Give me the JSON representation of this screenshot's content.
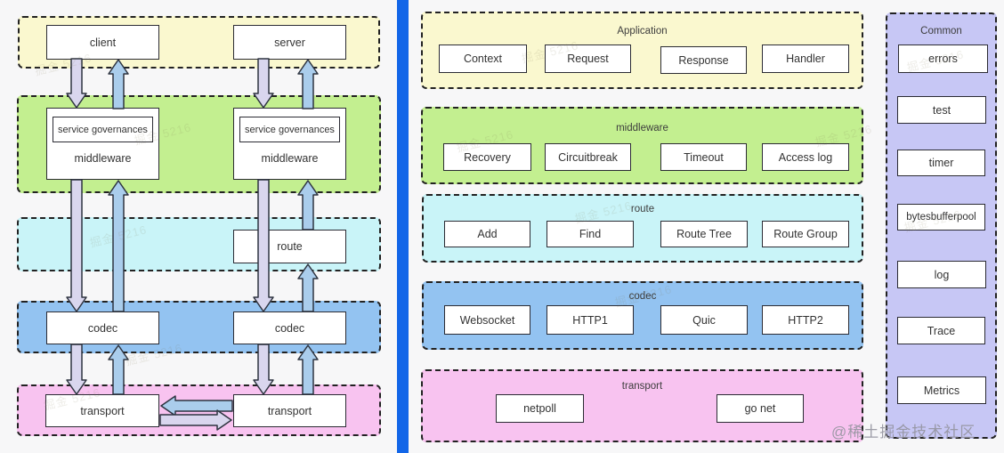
{
  "left_panel": {
    "client": "client",
    "server": "server",
    "middleware_client": {
      "inner": "service governances",
      "label": "middleware"
    },
    "middleware_server": {
      "inner": "service governances",
      "label": "middleware"
    },
    "route": "route",
    "codec_client": "codec",
    "codec_server": "codec",
    "transport_client": "transport",
    "transport_server": "transport"
  },
  "right_panel": {
    "sections": [
      {
        "title": "Application",
        "items": [
          "Context",
          "Request",
          "Response",
          "Handler"
        ]
      },
      {
        "title": "middleware",
        "items": [
          "Recovery",
          "Circuitbreak",
          "Timeout",
          "Access log"
        ]
      },
      {
        "title": "route",
        "items": [
          "Add",
          "Find",
          "Route Tree",
          "Route Group"
        ]
      },
      {
        "title": "codec",
        "items": [
          "Websocket",
          "HTTP1",
          "Quic",
          "HTTP2"
        ]
      },
      {
        "title": "transport",
        "items": [
          "netpoll",
          "go net"
        ]
      }
    ]
  },
  "common_panel": {
    "title": "Common",
    "items": [
      "errors",
      "test",
      "timer",
      "bytesbufferpool",
      "log",
      "Trace",
      "Metrics"
    ]
  },
  "watermarks": {
    "site_credit": "@稀土掘金技术社区",
    "faint": "掘金 5216"
  },
  "colors": {
    "divider_blue": "#1266e8",
    "layer_yellow": "#faf8cf",
    "layer_green": "#c3ef90",
    "layer_cyan": "#c9f4f8",
    "layer_blue": "#93c3f1",
    "layer_pink": "#f8c3f0",
    "layer_purple": "#c7c7f5",
    "arrow_lavender": "#d9d6ee",
    "arrow_blue": "#aacdec"
  }
}
